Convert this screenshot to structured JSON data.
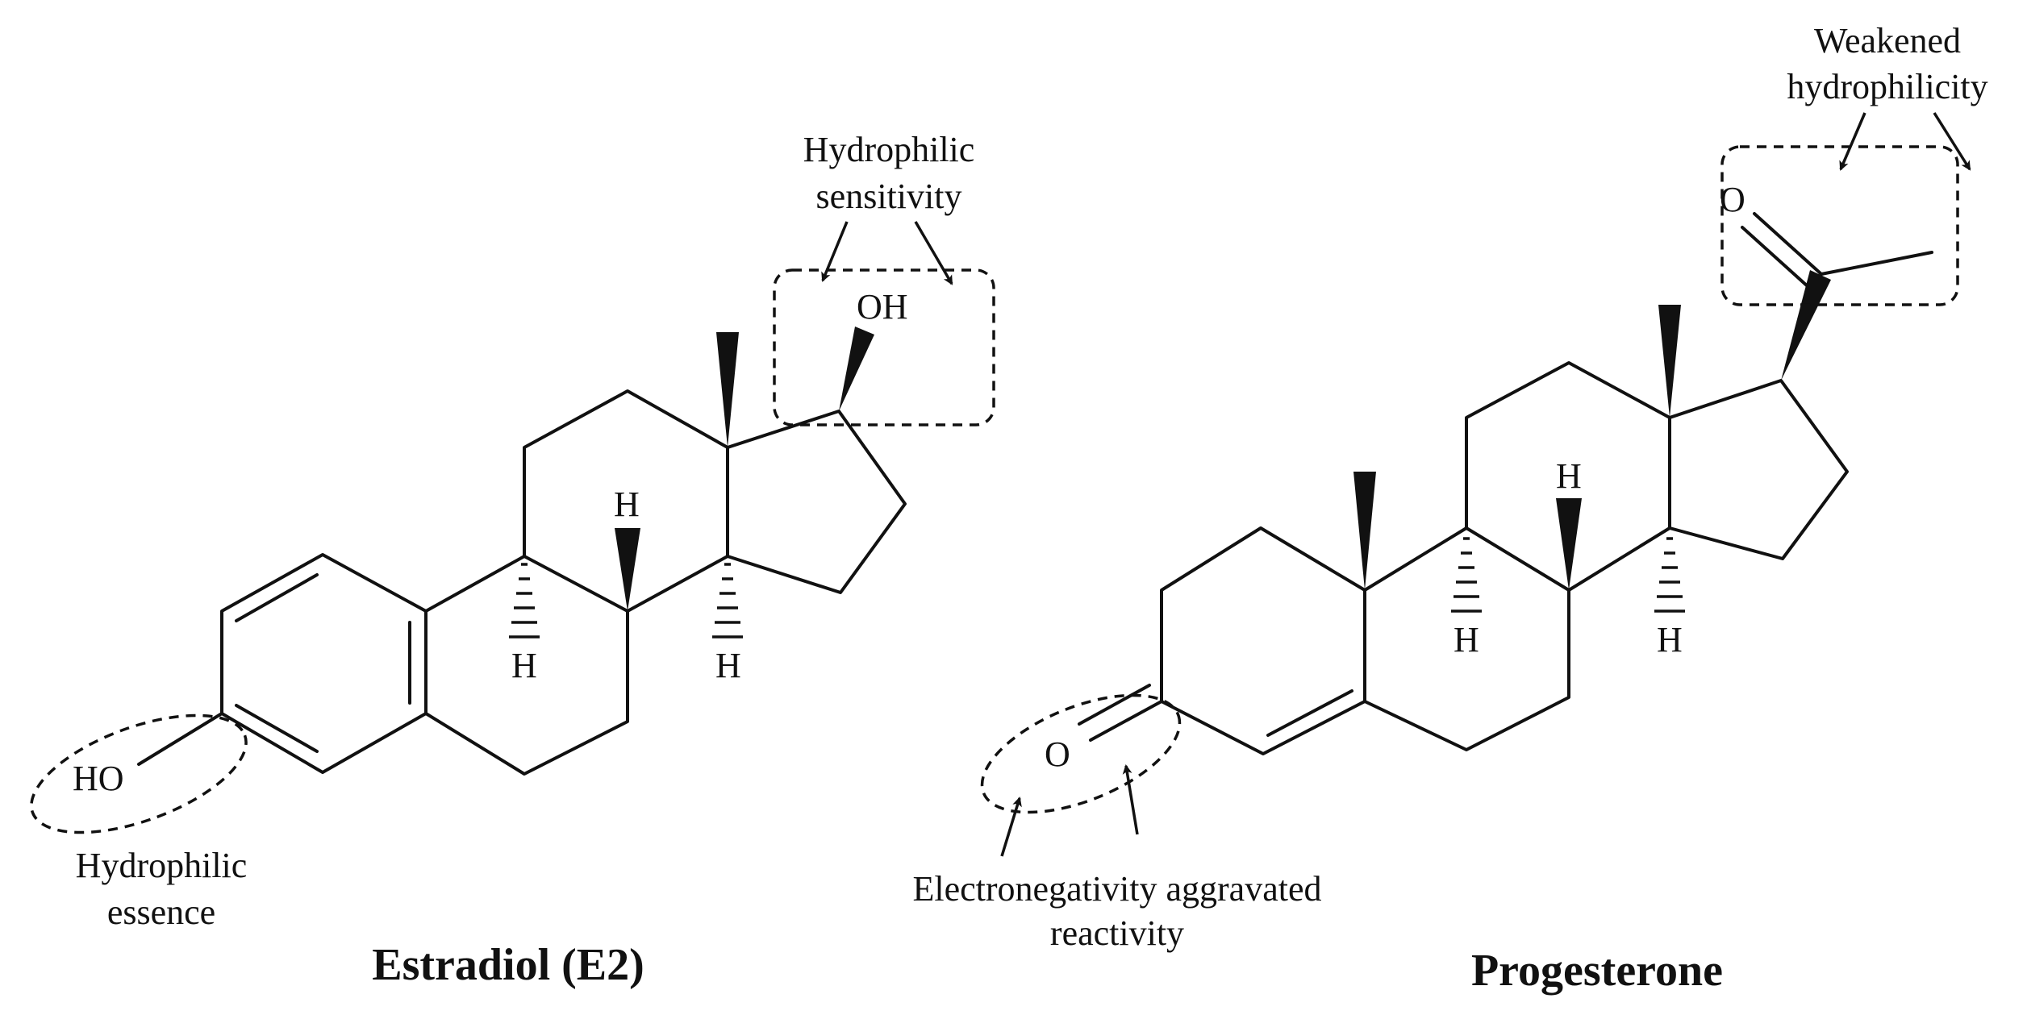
{
  "estradiol": {
    "name": "Estradiol (E2)",
    "atoms": {
      "oh17": "OH",
      "ho3": "HO",
      "h8": "H",
      "h9": "H",
      "h14": "H"
    },
    "annotations": {
      "hydrophilic_sensitivity": [
        "Hydrophilic",
        "sensitivity"
      ],
      "hydrophilic_essence": [
        "Hydrophilic",
        "essence"
      ]
    }
  },
  "progesterone": {
    "name": "Progesterone",
    "atoms": {
      "o3": "O",
      "o20": "O",
      "h8": "H",
      "h9": "H",
      "h14": "H"
    },
    "annotations": {
      "weakened_hydrophilicity": [
        "Weakened",
        "hydrophilicity"
      ],
      "electronegativity": [
        "Electronegativity aggravated",
        "reactivity"
      ]
    }
  },
  "colors": {
    "ink": "#111111",
    "background": "#ffffff"
  }
}
